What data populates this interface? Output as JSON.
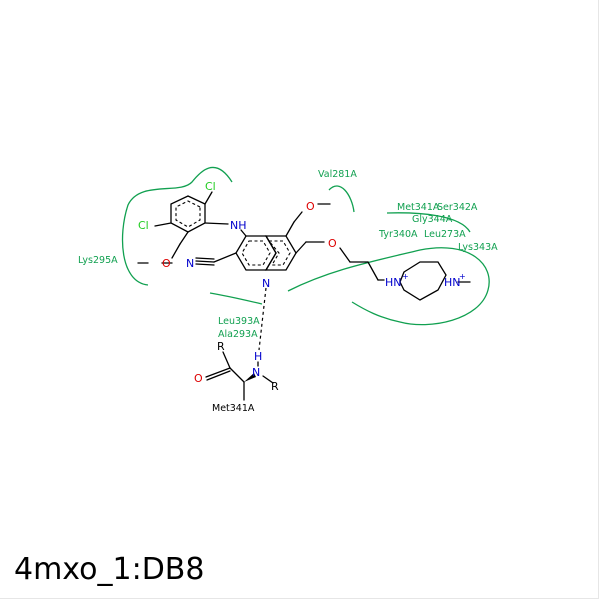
{
  "title": "4mxo_1:DB8",
  "colors": {
    "residue": "#11a050",
    "chlorine": "#22cc22",
    "oxygen": "#dd0000",
    "nitrogen": "#0000cc",
    "bond": "#000000"
  },
  "atoms": {
    "cl1": "Cl",
    "cl2": "Cl",
    "nh": "NH",
    "o1": "O",
    "o2": "O",
    "o3": "O",
    "nitrile_n": "N",
    "ring_n": "N",
    "hb_h": "H",
    "hb_n": "N",
    "r1": "R",
    "r2": "R",
    "o_carbonyl": "O",
    "pip_n1": "HN",
    "pip_n2": "HN",
    "plus1": "+",
    "plus2": "+"
  },
  "residues": {
    "val281": "Val281A",
    "met341a": "Met341A",
    "ser342": "Ser342A",
    "gly344": "Gly344A",
    "tyr340": "Tyr340A",
    "leu273": "Leu273A",
    "lys343": "Lys343A",
    "lys295": "Lys295A",
    "leu393": "Leu393A",
    "ala293": "Ala293A",
    "met341b": "Met341A"
  }
}
